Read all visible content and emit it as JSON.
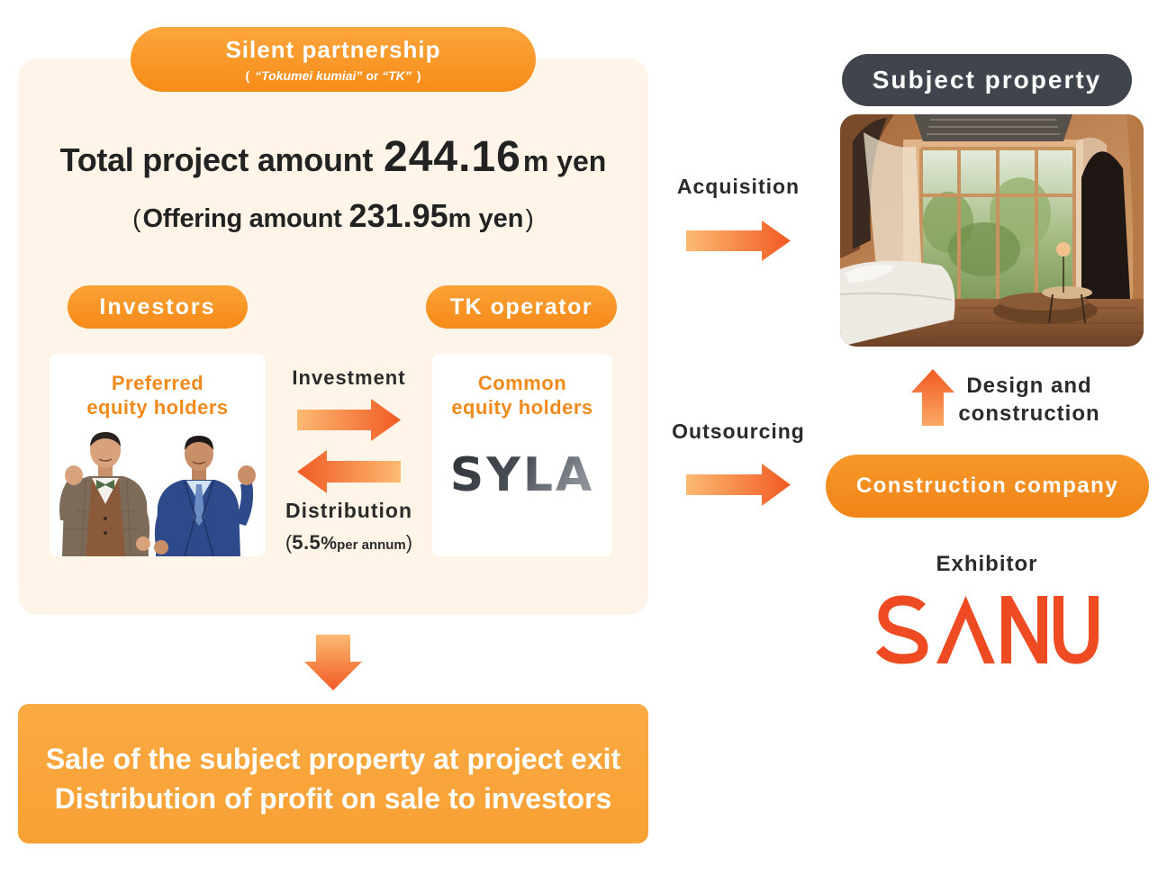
{
  "silent_partnership": {
    "title": "Silent partnership",
    "sub_open": "(",
    "sub_quote_1": "“Tokumei kumiai”",
    "sub_or": "or",
    "sub_quote_2": "“TK”",
    "sub_close": ")"
  },
  "total": {
    "label": "Total project amount",
    "amount": "244.16",
    "unit": "m yen"
  },
  "offering": {
    "open": "(",
    "label": "Offering amount",
    "amount": "231.95",
    "unit": "m yen",
    "close": ")"
  },
  "investors": {
    "label": "Investors",
    "group_line1": "Preferred",
    "group_line2": "equity holders"
  },
  "tk_operator": {
    "label": "TK operator",
    "group_line1": "Common",
    "group_line2": "equity holders",
    "logo": "SYLA"
  },
  "flows": {
    "investment": "Investment",
    "distribution": "Distribution",
    "rate_open": "(",
    "rate": "5.5",
    "rate_unit": "%",
    "rate_period": "per annum",
    "rate_close": ")"
  },
  "exit": {
    "line1": "Sale of the subject property at project exit",
    "line2": "Distribution of profit on sale to investors"
  },
  "subject_property": {
    "title": "Subject property",
    "acquisition": "Acquisition"
  },
  "outsourcing": "Outsourcing",
  "design": {
    "line1": "Design and",
    "line2": "construction"
  },
  "construction_company": {
    "label": "Construction company",
    "exhibitor": "Exhibitor",
    "logo": "SANU"
  },
  "icons": {
    "investment": "arrow-right-icon",
    "distribution": "arrow-left-icon",
    "exit": "arrow-down-icon",
    "acquisition": "arrow-right-icon",
    "outsourcing": "arrow-right-icon",
    "design": "arrow-up-icon"
  },
  "colors": {
    "orange": "#F78C18",
    "cream": "#FEF4E8",
    "dark": "#3F444D",
    "arrow_light": "#FCBA72",
    "arrow_dark": "#F15A24",
    "label_orange": "#F08A1C",
    "sanu": "#EE4B23"
  }
}
